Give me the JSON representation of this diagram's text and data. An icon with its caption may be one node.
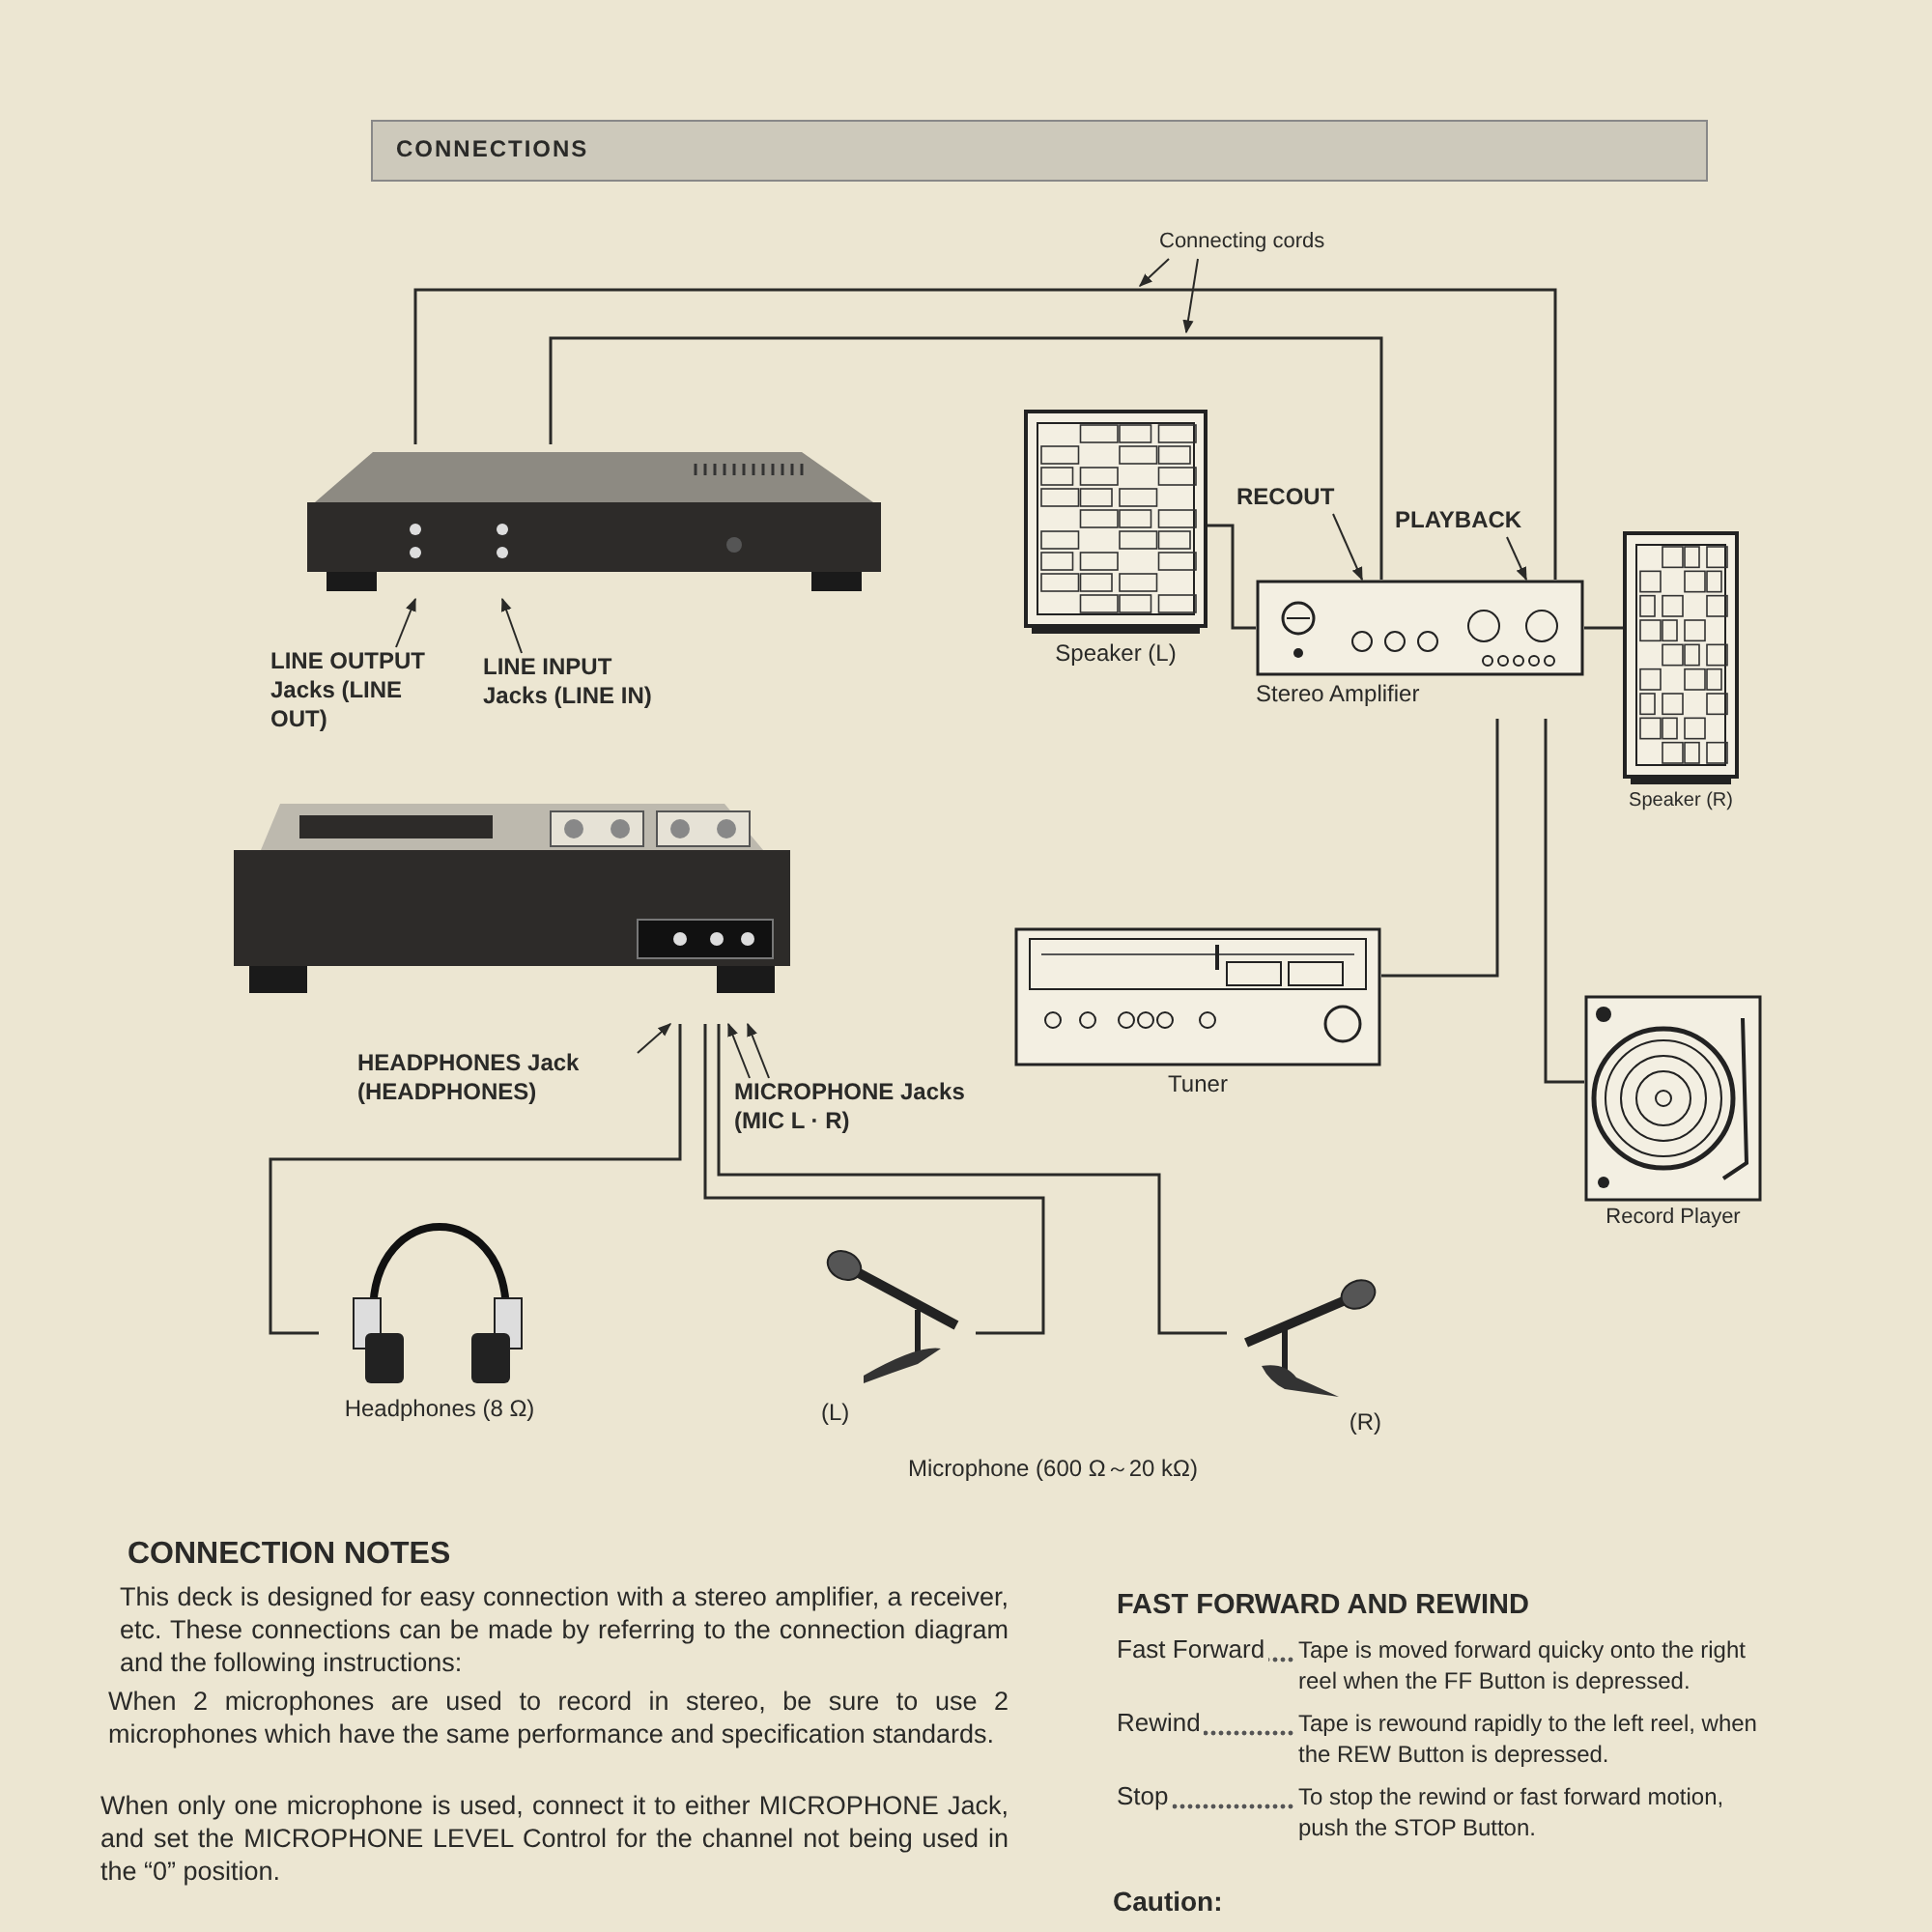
{
  "diagram": {
    "title": "CONNECTIONS",
    "nodes": [
      {
        "text": [],
        "shape": "picture"
      },
      {
        "text": [
          "LINE OUTPUT Jacks (LINE OUT)"
        ]
      },
      {
        "text": [
          "LINE INPUT Jacks (LINE IN)"
        ]
      },
      {
        "text": [
          "Speaker (L)"
        ]
      },
      {
        "text": [
          "Stereo Amplifier"
        ]
      },
      {
        "text": [
          "RECOUT"
        ]
      },
      {
        "text": [
          "PLAYBACK"
        ]
      },
      {
        "text": [
          "Speaker (R)"
        ]
      },
      {
        "text": [
          "Tuner"
        ]
      },
      {
        "text": [
          "Record Player"
        ]
      },
      {
        "text": [
          "Connecting cords"
        ]
      },
      {
        "text": [],
        "shape": "picture"
      },
      {
        "text": [
          "HEADPHONES Jack (HEADPHONES)"
        ]
      },
      {
        "text": [
          "MICROPHONE Jacks (MIC L · R)"
        ]
      },
      {
        "text": [
          "Headphones (8 Ω)"
        ]
      },
      {
        "text": [
          "(L)"
        ]
      },
      {
        "text": [
          "(R)"
        ]
      }
    ],
    "edges": [
      {
        "from": 0,
        "to": 4,
        "arrow": "none"
      },
      {
        "from": 0,
        "to": 4,
        "arrow": "none"
      },
      {
        "from": 10,
        "to": null,
        "arrow": "to"
      },
      {
        "from": 10,
        "to": null,
        "arrow": "to"
      },
      {
        "from": 1,
        "to": 0,
        "arrow": "to"
      },
      {
        "from": 2,
        "to": 0,
        "arrow": "to"
      },
      {
        "from": 5,
        "to": 4,
        "arrow": "to"
      },
      {
        "from": 6,
        "to": 4,
        "arrow": "to"
      },
      {
        "from": 3,
        "to": 4,
        "arrow": "none"
      },
      {
        "from": 4,
        "to": 7,
        "arrow": "none"
      },
      {
        "from": 8,
        "to": 4,
        "arrow": "none"
      },
      {
        "from": 9,
        "to": 4,
        "arrow": "none"
      },
      {
        "from": 12,
        "to": 11,
        "arrow": "to"
      },
      {
        "from": 13,
        "to": 11,
        "arrow": "to"
      },
      {
        "from": 13,
        "to": 11,
        "arrow": "to"
      },
      {
        "from": 14,
        "to": 11,
        "arrow": "none"
      },
      {
        "from": 15,
        "to": 11,
        "arrow": "none"
      },
      {
        "from": 16,
        "to": 11,
        "arrow": "none"
      }
    ],
    "labels": [
      "Microphone (600 Ω～20 kΩ)",
      "CONNECTION NOTES",
      "This deck is designed for easy connection with a stereo amplifier, a receiver, etc. These connections can be made by referring to the connection diagram and the following instructions:",
      "When 2 microphones are used to record in stereo, be sure to use 2 microphones which have the same performance and specification standards.",
      "When only one microphone is used, connect it to either MICROPHONE Jack, and set the MICROPHONE LEVEL Control for the channel not being used in the “0” position.",
      "FAST FORWARD AND REWIND",
      "Fast Forward",
      "Tape is moved forward quicky onto the right reel when the FF Button is depressed.",
      "Rewind",
      "Tape is rewound rapidly to the left reel, when the REW Button is depressed.",
      "Stop",
      "To stop the rewind or fast forward motion, push the STOP Button.",
      "Caution:"
    ]
  }
}
